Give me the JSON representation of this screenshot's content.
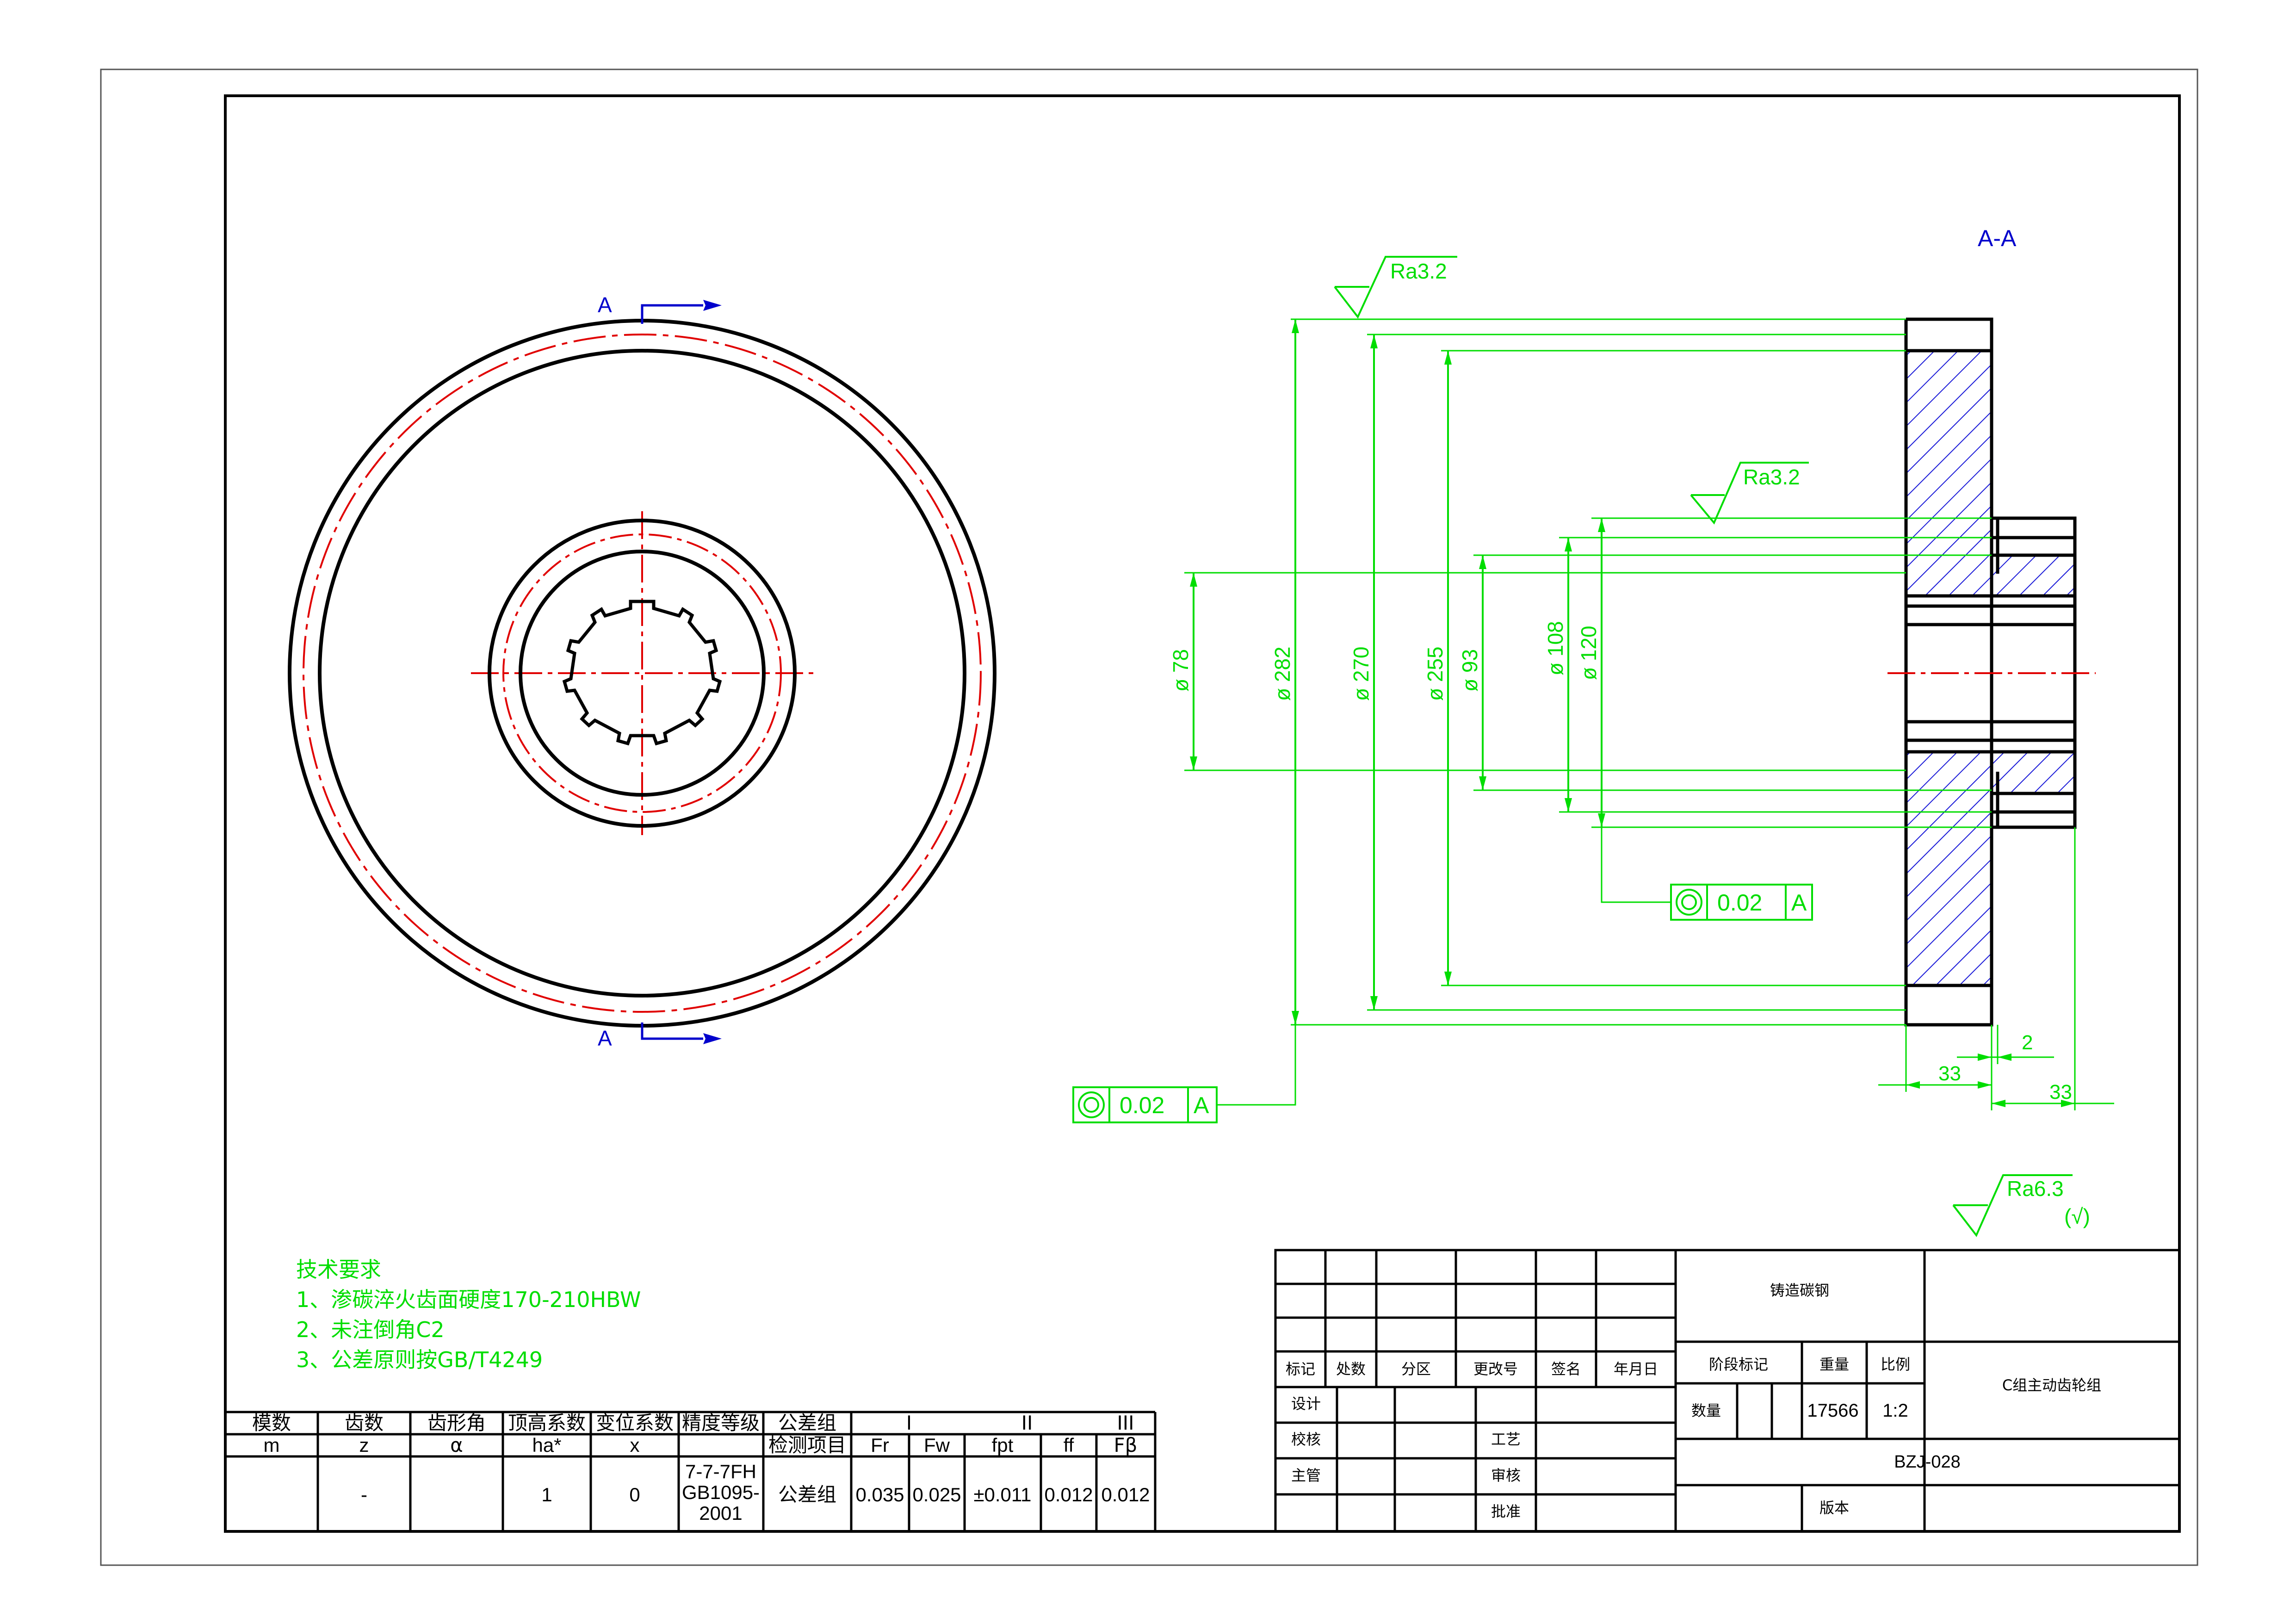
{
  "colors": {
    "outline": "#000000",
    "centerline": "#e00000",
    "dimension": "#00dd00",
    "hatch": "#1a1ad8",
    "section": "#0000cc",
    "notes": "#00dd00"
  },
  "views": {
    "section_arrow_top": "A",
    "section_arrow_bottom": "A",
    "section_title": "A-A"
  },
  "dimensions": {
    "d78": "ø 78",
    "d282": "ø 282",
    "d270": "ø 270",
    "d255": "ø 255",
    "d93": "ø 93",
    "d108": "ø 108",
    "d120": "ø 120",
    "w33_left": "33",
    "w33_right": "33",
    "w2": "2"
  },
  "roughness": {
    "top": "Ra3.2",
    "mid": "Ra3.2",
    "general": "Ra6.3",
    "general_note": "(√)"
  },
  "tolerance_frames": {
    "frame1": {
      "value": "0.02",
      "datum": "A"
    },
    "frame2": {
      "value": "0.02",
      "datum": "A"
    }
  },
  "tech_requirements": {
    "title": "技术要求",
    "items": [
      "1、渗碳淬火齿面硬度170-210HBW",
      "2、未注倒角C2",
      "3、公差原则按GB/T4249"
    ]
  },
  "gear_table": {
    "headers": [
      "模数",
      "齿数",
      "齿形角",
      "顶高系数",
      "变位系数",
      "精度等级",
      "公差组",
      "I",
      "II",
      "III"
    ],
    "symbols": [
      "m",
      "z",
      "α",
      "ha*",
      "x",
      "检测项目",
      "Fr",
      "Fw",
      "fpt",
      "ff",
      "Fβ"
    ],
    "values": [
      "-",
      "1",
      "0",
      "公差组",
      "0.035",
      "0.025",
      "±0.011",
      "0.012",
      "0.012"
    ],
    "grade": [
      "7-7-7FH",
      "GB1095-",
      "2001"
    ]
  },
  "title_block": {
    "material": "铸造碳钢",
    "rev_headers": [
      "标记",
      "处数",
      "分区",
      "更改号",
      "签名",
      "年月日"
    ],
    "roles": [
      "设计",
      "校核",
      "主管"
    ],
    "roles2": [
      "工艺",
      "审核",
      "批准"
    ],
    "stage": "阶段标记",
    "weight_label": "重量",
    "scale_label": "比例",
    "qty_label": "数量",
    "weight": "17566",
    "scale": "1:2",
    "part_name": "C组主动齿轮组",
    "drawing_no": "BZJ-028",
    "version_label": "版本"
  }
}
